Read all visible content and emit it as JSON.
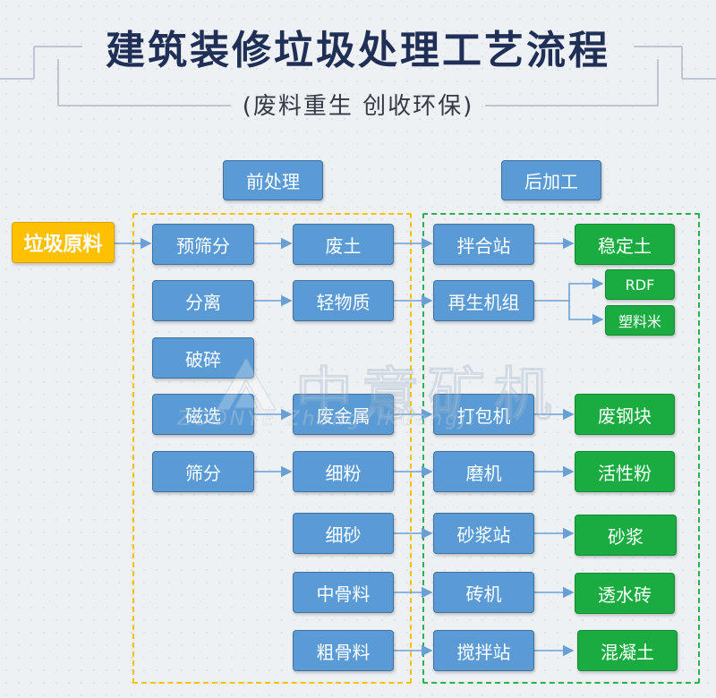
{
  "title": "建筑装修垃圾处理工艺流程",
  "subtitle": "(废料重生  创收环保)",
  "sections": {
    "pre": "前处理",
    "post": "后加工"
  },
  "source": "垃圾原料",
  "pre_steps": [
    "预筛分",
    "分离",
    "破碎",
    "磁选",
    "筛分"
  ],
  "materials": [
    "废土",
    "轻物质",
    "废金属",
    "细粉",
    "细砂",
    "中骨料",
    "粗骨料"
  ],
  "processes": [
    "拌合站",
    "再生机组",
    "打包机",
    "磨机",
    "砂浆站",
    "砖机",
    "搅拌站"
  ],
  "products": [
    "稳定土",
    "RDF",
    "塑料米",
    "废钢块",
    "活性粉",
    "砂浆",
    "透水砖",
    "混凝土"
  ],
  "watermark": {
    "cn": "中意矿机",
    "en": "ZOONYE  ZhongYiKuangJi"
  },
  "colors": {
    "title": "#1f2f56",
    "box_blue": "#5b9bd5",
    "box_green": "#1aab41",
    "box_yellow": "#ffc000",
    "arrow": "#6a9fd6"
  }
}
